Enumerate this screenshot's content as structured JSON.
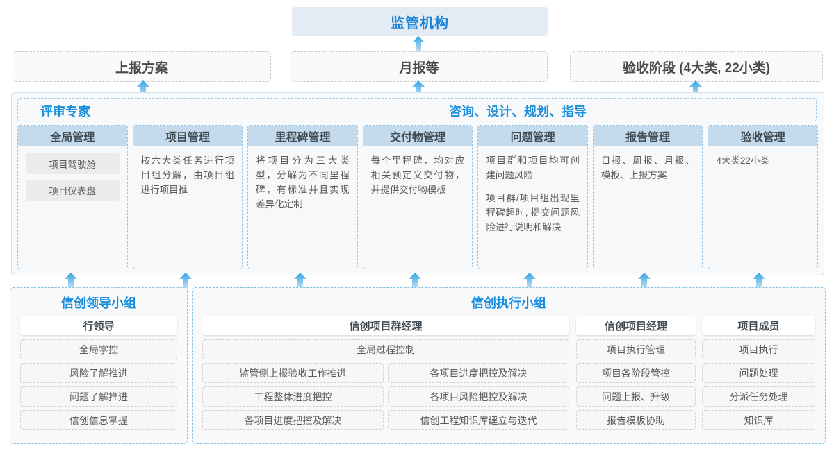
{
  "colors": {
    "accent_blue": "#1a8fe0",
    "title_blue": "#1a84d6",
    "authority_bg": "#e3ebf5",
    "card_header_bg": "#c3dbec",
    "panel_bg": "#f7f9fb",
    "arrow_blue": "#3fa9e8",
    "dashed_border": "#8fc4e8",
    "chip_border": "#cfcfcf"
  },
  "authority": {
    "label": "监管机构"
  },
  "reports": [
    {
      "label": "上报方案"
    },
    {
      "label": "月报等"
    },
    {
      "label": "验收阶段 (4大类, 22小类)"
    }
  ],
  "consult_panel": {
    "expert_label": "评审专家",
    "title": "咨询、设计、规划、指导"
  },
  "cards": [
    {
      "title": "全局管理",
      "pills": [
        "项目驾驶舱",
        "项目仪表盘"
      ],
      "paragraphs": []
    },
    {
      "title": "项目管理",
      "pills": [],
      "paragraphs": [
        "按六大类任务进行项目组分解，由项目组进行项目推"
      ]
    },
    {
      "title": "里程碑管理",
      "pills": [],
      "paragraphs": [
        "将项目分为三大类型，分解为不同里程碑，有标准并且实现差异化定制"
      ]
    },
    {
      "title": "交付物管理",
      "pills": [],
      "paragraphs": [
        "每个里程碑，均对应相关预定义交付物，并提供交付物模板"
      ]
    },
    {
      "title": "问题管理",
      "pills": [],
      "paragraphs": [
        "项目群和项目均可创建问题风险",
        "项目群/项目组出现里程碑超时, 提交问题风险进行说明和解决"
      ]
    },
    {
      "title": "报告管理",
      "pills": [],
      "paragraphs": [
        "日报、周报、月报、模板、上报方案"
      ]
    },
    {
      "title": "验收管理",
      "pills": [],
      "paragraphs": [
        "4大类22小类"
      ]
    }
  ],
  "leader_group": {
    "title": "信创领导小组",
    "role": "行领导",
    "items": [
      "全局掌控",
      "风险了解推进",
      "问题了解推进",
      "信创信息掌握"
    ]
  },
  "exec_group": {
    "title": "信创执行小组",
    "program_manager": {
      "role": "信创项目群经理",
      "full_width_item": "全局过程控制",
      "left_items": [
        "监管侧上报验收工作推进",
        "工程整体进度把控",
        "各项目进度把控及解决"
      ],
      "right_items": [
        "各项目进度把控及解决",
        "各项目风险把控及解决",
        "信创工程知识库建立与迭代"
      ]
    },
    "project_manager": {
      "role": "信创项目经理",
      "items": [
        "项目执行管理",
        "项目各阶段管控",
        "问题上报、升级",
        "报告模板协助"
      ]
    },
    "members": {
      "role": "项目成员",
      "items": [
        "项目执行",
        "问题处理",
        "分派任务处理",
        "知识库"
      ]
    }
  },
  "arrows": {
    "to_authority_count": 1,
    "to_reports_count": 3,
    "to_cards_count": 7
  }
}
